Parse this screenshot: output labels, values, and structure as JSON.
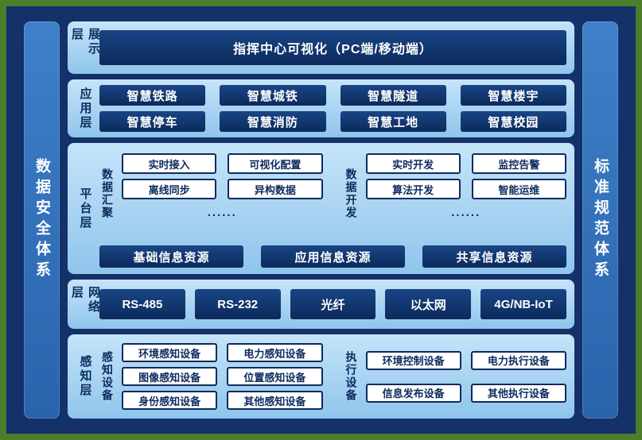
{
  "colors": {
    "frame_border": "#4e7d2b",
    "background": "#14316a",
    "panel_light_blue": "#a9d5f2",
    "navy_box": "#0c2a5c",
    "pillar_blue": "#2f6db8",
    "dark_text": "#0d2b5e"
  },
  "pillars": {
    "left_label": "数据安全体系",
    "right_label": "标准规范体系"
  },
  "presentation_layer": {
    "label": "展示层",
    "main_box": "指挥中心可视化（PC端/移动端）"
  },
  "application_layer": {
    "label": "应用层",
    "items": [
      "智慧铁路",
      "智慧城铁",
      "智慧隧道",
      "智慧楼宇",
      "智慧停车",
      "智慧消防",
      "智慧工地",
      "智慧校园"
    ]
  },
  "platform_layer": {
    "label": "平台层",
    "data_aggregation": {
      "label": "数据汇聚",
      "items": [
        "实时接入",
        "可视化配置",
        "离线同步",
        "异构数据"
      ],
      "ellipsis": "......"
    },
    "data_development": {
      "label": "数据开发",
      "items": [
        "实时开发",
        "监控告警",
        "算法开发",
        "智能运维"
      ],
      "ellipsis": "......"
    },
    "resources": [
      "基础信息资源",
      "应用信息资源",
      "共享信息资源"
    ]
  },
  "network_layer": {
    "label": "网络层",
    "items": [
      "RS-485",
      "RS-232",
      "光纤",
      "以太网",
      "4G/NB-IoT"
    ]
  },
  "perception_layer": {
    "label": "感知层",
    "perception_devices": {
      "label": "感知设备",
      "items": [
        "环境感知设备",
        "电力感知设备",
        "图像感知设备",
        "位置感知设备",
        "身份感知设备",
        "其他感知设备"
      ]
    },
    "execution_devices": {
      "label": "执行设备",
      "items": [
        "环境控制设备",
        "电力执行设备",
        "信息发布设备",
        "其他执行设备"
      ]
    }
  }
}
